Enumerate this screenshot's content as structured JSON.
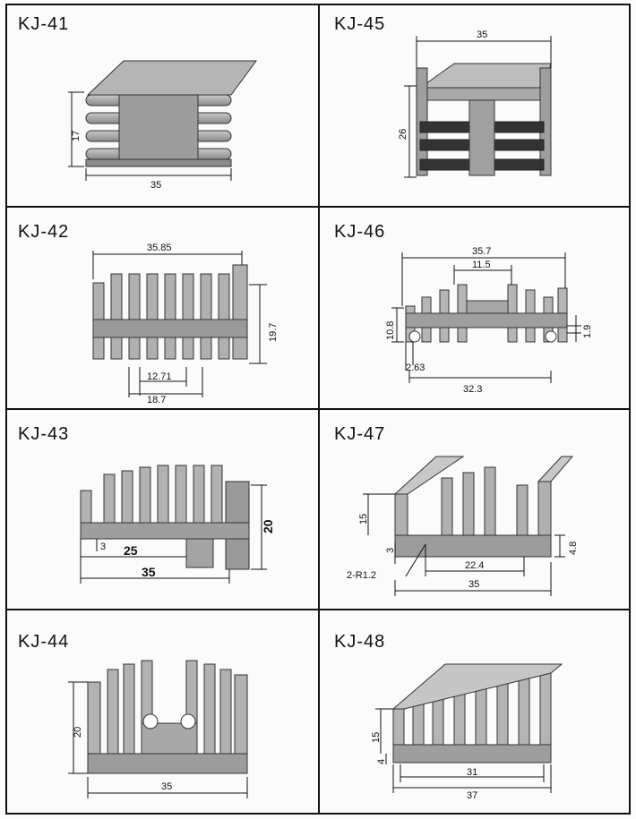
{
  "catalog": {
    "panels": [
      {
        "model": "KJ-41",
        "dims": {
          "height": "17",
          "width": "35"
        }
      },
      {
        "model": "KJ-45",
        "dims": {
          "width": "35",
          "height": "26"
        }
      },
      {
        "model": "KJ-42",
        "dims": {
          "width": "35.85",
          "height": "19.7",
          "inner": "12.71",
          "outer": "18.7"
        }
      },
      {
        "model": "KJ-46",
        "dims": {
          "width": "35.7",
          "top": "11.5",
          "height": "10.8",
          "slot": "1.9",
          "groove": "2.63",
          "base": "32.3"
        }
      },
      {
        "model": "KJ-43",
        "dims": {
          "height": "20",
          "step": "3",
          "inner": "25",
          "width": "35"
        }
      },
      {
        "model": "KJ-47",
        "dims": {
          "height": "15",
          "step": "3",
          "radius": "2-R1.2",
          "inner": "22.4",
          "side": "4.8",
          "width": "35"
        }
      },
      {
        "model": "KJ-44",
        "dims": {
          "height": "20",
          "width": "35"
        }
      },
      {
        "model": "KJ-48",
        "dims": {
          "height": "15",
          "step": "4",
          "inner": "31",
          "width": "37"
        }
      }
    ]
  }
}
